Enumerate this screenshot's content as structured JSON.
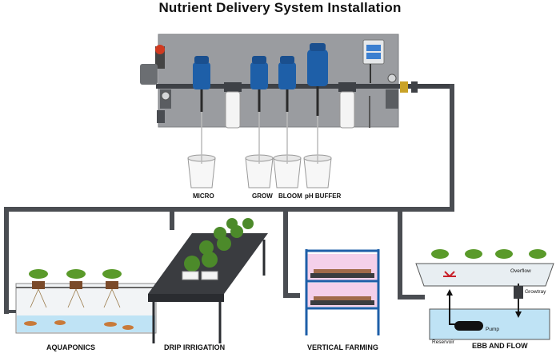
{
  "title": "Nutrient Delivery System Installation",
  "buckets": [
    "MICRO",
    "GROW",
    "BLOOM",
    "pH BUFFER"
  ],
  "systems": {
    "aquaponics": "AQUAPONICS",
    "drip": "DRIP IRRIGATION",
    "vertical": "VERTICAL FARMING",
    "ebb": "EBB AND FLOW"
  },
  "ebb_labels": {
    "overflow": "Overflow",
    "growtray": "Growtray",
    "pump": "Pump",
    "reservoir": "Reservoir"
  },
  "colors": {
    "pipe": "#4a4d52",
    "board": "#9a9ca0",
    "injector": "#1e5fa8",
    "water": "#bfe3f5",
    "leaf": "#5a9a2a",
    "red": "#c8202a"
  }
}
